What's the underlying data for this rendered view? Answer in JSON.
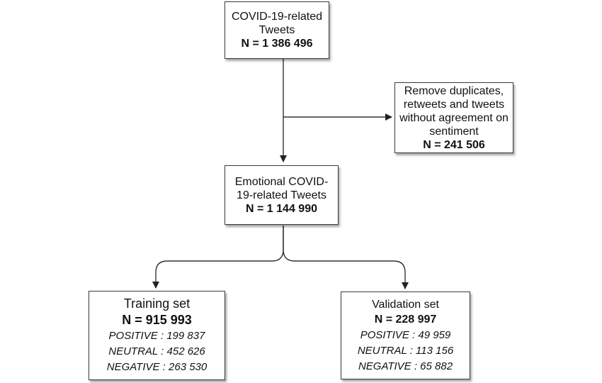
{
  "diagram": {
    "top_box": {
      "line1": "COVID-19-related",
      "line2": "Tweets",
      "count": "N = 1 386 496"
    },
    "exclusion_box": {
      "line1": "Remove duplicates,",
      "line2": "retweets and tweets",
      "line3": "without agreement on",
      "line4": "sentiment",
      "count": "N = 241 506"
    },
    "emotional_box": {
      "line1": "Emotional COVID-",
      "line2": "19-related Tweets",
      "count": "N = 1 144 990"
    },
    "training_box": {
      "title": "Training set",
      "count": "N = 915 993",
      "positive": "POSITIVE : 199 837",
      "neutral": "NEUTRAL : 452 626",
      "negative": "NEGATIVE : 263 530"
    },
    "validation_box": {
      "title": "Validation set",
      "count": "N = 228 997",
      "positive": "POSITIVE : 49 959",
      "neutral": "NEUTRAL : 113 156",
      "negative": "NEGATIVE : 65 882"
    }
  }
}
